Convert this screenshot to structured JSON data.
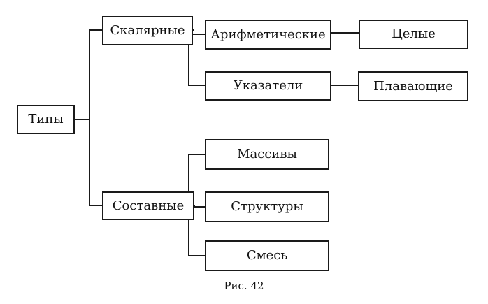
{
  "diagram": {
    "nodes": {
      "root": "Типы",
      "scalar": "Скалярные",
      "composite": "Составные",
      "arithmetic": "Арифметические",
      "pointers": "Указатели",
      "integers": "Целые",
      "floating": "Плавающие",
      "arrays": "Массивы",
      "structures": "Структуры",
      "unions": "Смесь"
    },
    "caption": "Рис. 42"
  }
}
